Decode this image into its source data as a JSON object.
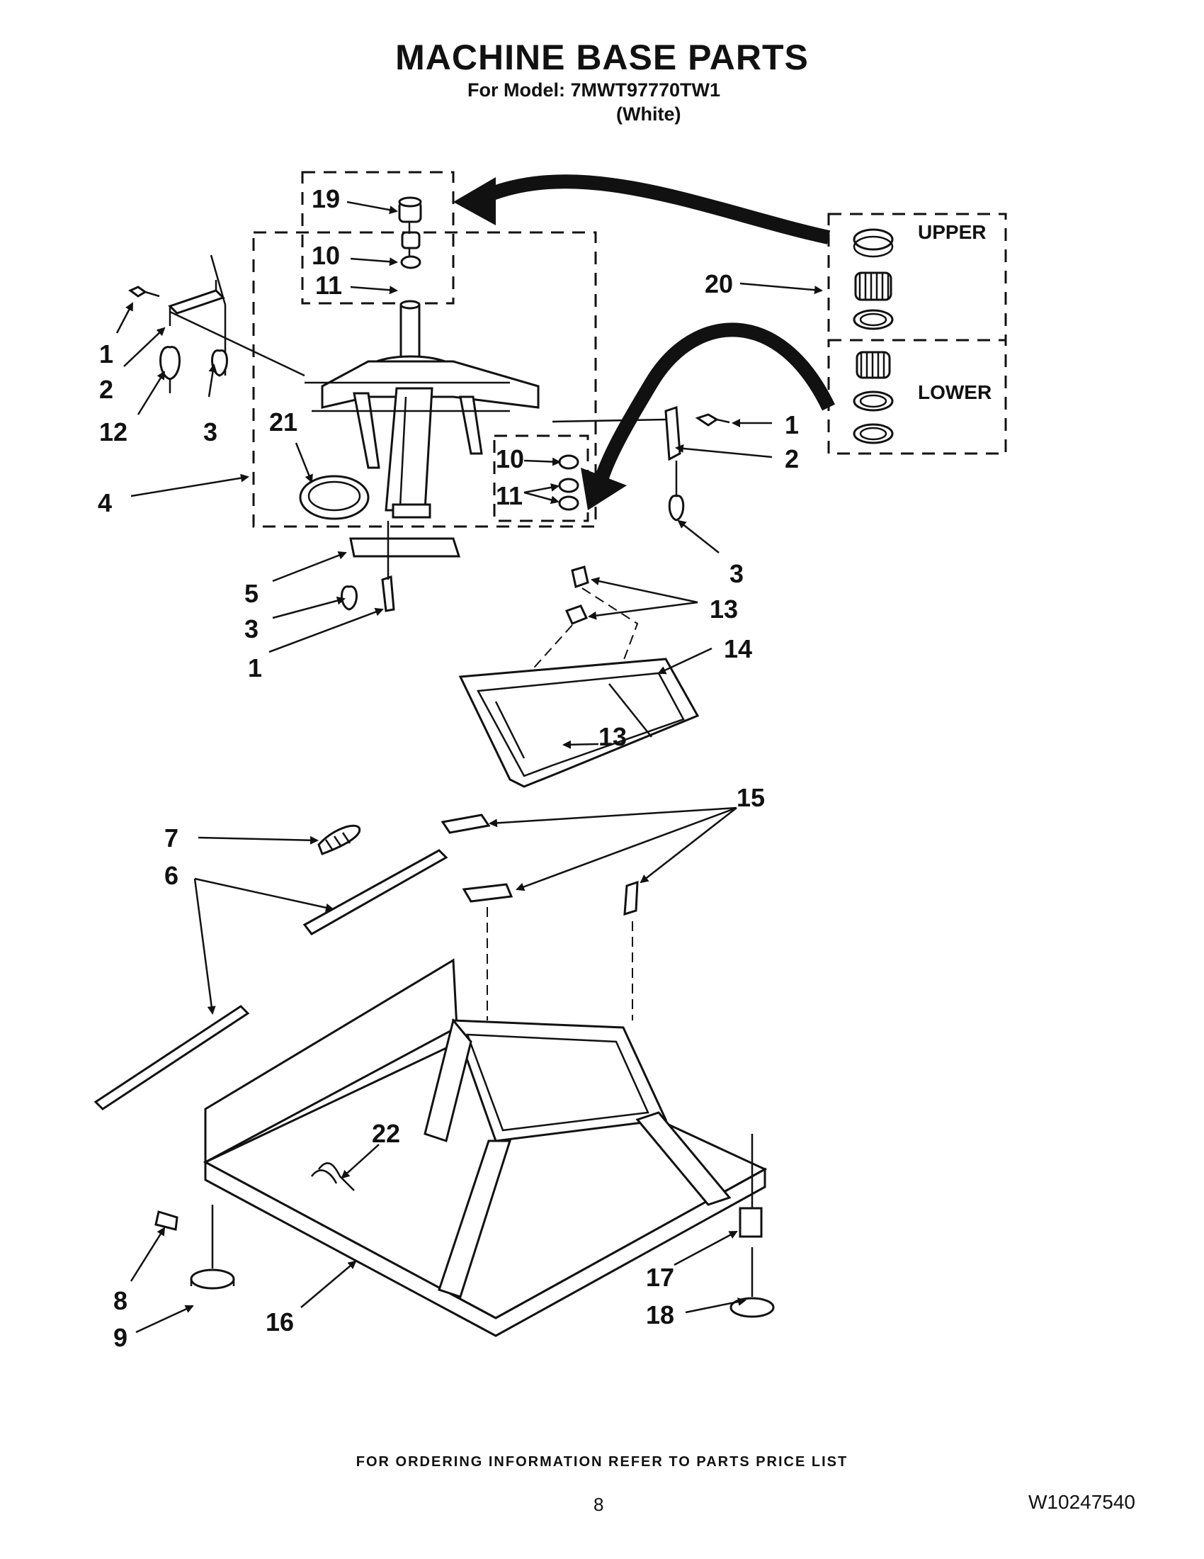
{
  "header": {
    "title": "MACHINE BASE PARTS",
    "model_line": "For Model: 7MWT97770TW1",
    "color_line": "(White)"
  },
  "kit": {
    "upper_label": "UPPER",
    "lower_label": "LOWER"
  },
  "callouts": [
    {
      "id": "c19",
      "text": "19"
    },
    {
      "id": "c10a",
      "text": "10"
    },
    {
      "id": "c11a",
      "text": "11"
    },
    {
      "id": "c20",
      "text": "20"
    },
    {
      "id": "c1a",
      "text": "1"
    },
    {
      "id": "c2a",
      "text": "2"
    },
    {
      "id": "c12",
      "text": "12"
    },
    {
      "id": "c3a",
      "text": "3"
    },
    {
      "id": "c21",
      "text": "21"
    },
    {
      "id": "c4",
      "text": "4"
    },
    {
      "id": "c10b",
      "text": "10"
    },
    {
      "id": "c11b",
      "text": "11"
    },
    {
      "id": "c1b",
      "text": "1"
    },
    {
      "id": "c2b",
      "text": "2"
    },
    {
      "id": "c3b",
      "text": "3"
    },
    {
      "id": "c5",
      "text": "5"
    },
    {
      "id": "c3c",
      "text": "3"
    },
    {
      "id": "c1c",
      "text": "1"
    },
    {
      "id": "c13a",
      "text": "13"
    },
    {
      "id": "c14",
      "text": "14"
    },
    {
      "id": "c13b",
      "text": "13"
    },
    {
      "id": "c15",
      "text": "15"
    },
    {
      "id": "c7",
      "text": "7"
    },
    {
      "id": "c6",
      "text": "6"
    },
    {
      "id": "c22",
      "text": "22"
    },
    {
      "id": "c8",
      "text": "8"
    },
    {
      "id": "c9",
      "text": "9"
    },
    {
      "id": "c16",
      "text": "16"
    },
    {
      "id": "c17",
      "text": "17"
    },
    {
      "id": "c18",
      "text": "18"
    }
  ],
  "footer": {
    "ordering_note": "FOR ORDERING INFORMATION REFER TO PARTS PRICE LIST",
    "page_number": "8",
    "document_id": "W10247540"
  }
}
